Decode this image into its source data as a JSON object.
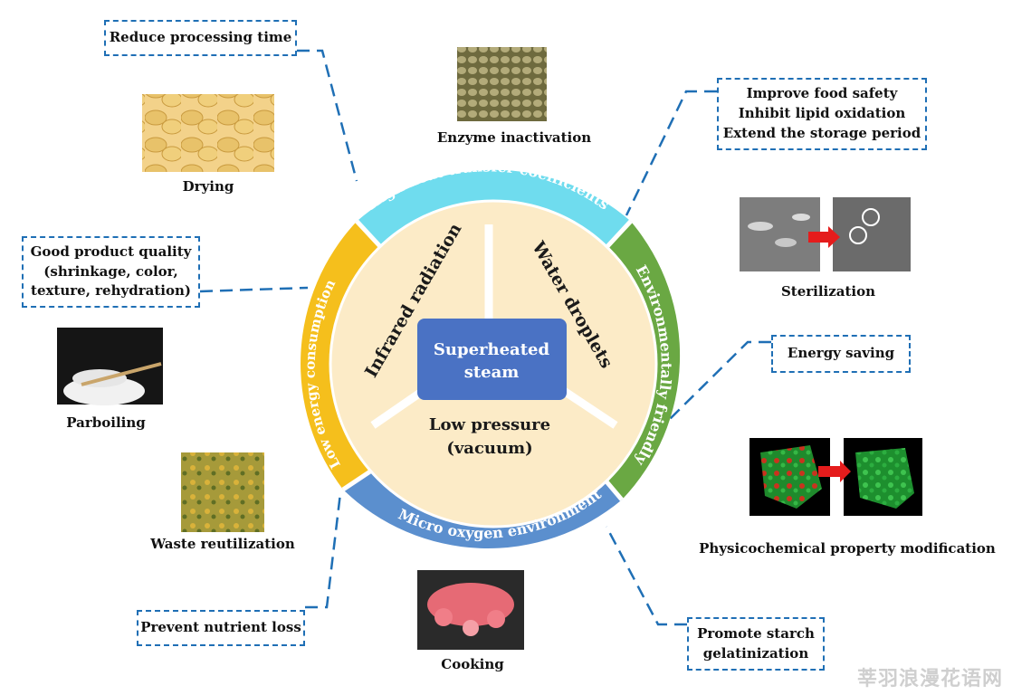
{
  "center": {
    "line1": "Superheated",
    "line2": "steam"
  },
  "inner_sectors": {
    "infrared": "Infrared radiation",
    "water": "Water droplets",
    "pressure_line1": "Low pressure",
    "pressure_line2": "(vacuum)"
  },
  "ring": {
    "top": {
      "label": "High heat transfer coefficients",
      "color": "#6fdcee"
    },
    "right": {
      "label": "Environmentally friendly",
      "color": "#6aa843"
    },
    "bottom": {
      "label": "Micro oxygen environment",
      "color": "#5b8fce"
    },
    "left": {
      "label": "Low energy consumption",
      "color": "#f5bf1c"
    }
  },
  "boxes": {
    "reduce_time": "Reduce processing time",
    "food_safety": [
      "Improve food safety",
      "Inhibit lipid oxidation",
      "Extend the storage period"
    ],
    "product_quality": [
      "Good product quality",
      "(shrinkage, color,",
      "texture, rehydration)"
    ],
    "energy_saving": "Energy saving",
    "nutrient_loss": "Prevent nutrient loss",
    "starch": [
      "Promote starch",
      "gelatinization"
    ]
  },
  "captions": {
    "drying": "Drying",
    "enzyme": "Enzyme inactivation",
    "sterilization": "Sterilization",
    "parboiling": "Parboiling",
    "waste": "Waste reutilization",
    "physico": "Physicochemical property modification",
    "cooking": "Cooking"
  },
  "watermark": "莘羽浪漫花语网"
}
